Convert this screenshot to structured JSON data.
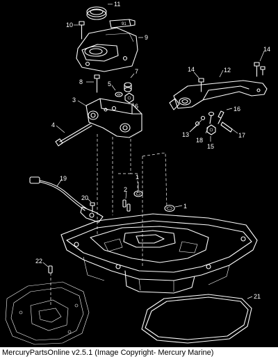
{
  "footer": {
    "text": "MercuryPartsOnline v2.5.1 (Image Copyright- Mercury Marine)"
  },
  "diagram": {
    "callouts": [
      "1",
      "1",
      "2",
      "3",
      "4",
      "5",
      "6",
      "7",
      "8",
      "9",
      "10",
      "11",
      "12",
      "13",
      "14",
      "14",
      "15",
      "16",
      "17",
      "18",
      "19",
      "20",
      "21",
      "22"
    ],
    "tag_text": "91"
  }
}
